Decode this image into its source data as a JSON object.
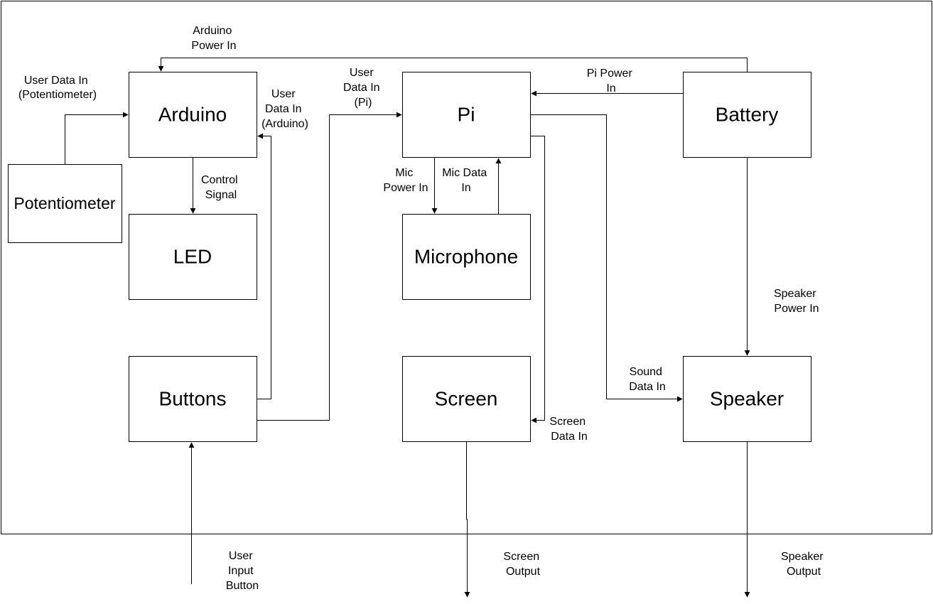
{
  "blocks": {
    "arduino": "Arduino",
    "potentiometer": "Potentiometer",
    "led": "LED",
    "buttons": "Buttons",
    "pi": "Pi",
    "microphone": "Microphone",
    "screen": "Screen",
    "battery": "Battery",
    "speaker": "Speaker"
  },
  "connections": {
    "arduino_power_in": [
      "Arduino",
      "Power In"
    ],
    "user_data_potentiometer": [
      "User Data In",
      "(Potentiometer)"
    ],
    "user_data_arduino": [
      "User",
      "Data In",
      "(Arduino)"
    ],
    "user_data_pi": [
      "User",
      "Data In",
      "(Pi)"
    ],
    "pi_power_in": [
      "Pi Power",
      "In"
    ],
    "control_signal": [
      "Control",
      "Signal"
    ],
    "mic_power_in": [
      "Mic",
      "Power In"
    ],
    "mic_data_in": [
      "Mic Data",
      "In"
    ],
    "speaker_power_in": [
      "Speaker",
      "Power In"
    ],
    "sound_data_in": [
      "Sound",
      "Data In"
    ],
    "screen_data_in": [
      "Screen",
      "Data In"
    ]
  },
  "external": {
    "user_input_button": [
      "User",
      "Input",
      "Button"
    ],
    "screen_output": [
      "Screen",
      "Output"
    ],
    "speaker_output": [
      "Speaker",
      "Output"
    ]
  }
}
